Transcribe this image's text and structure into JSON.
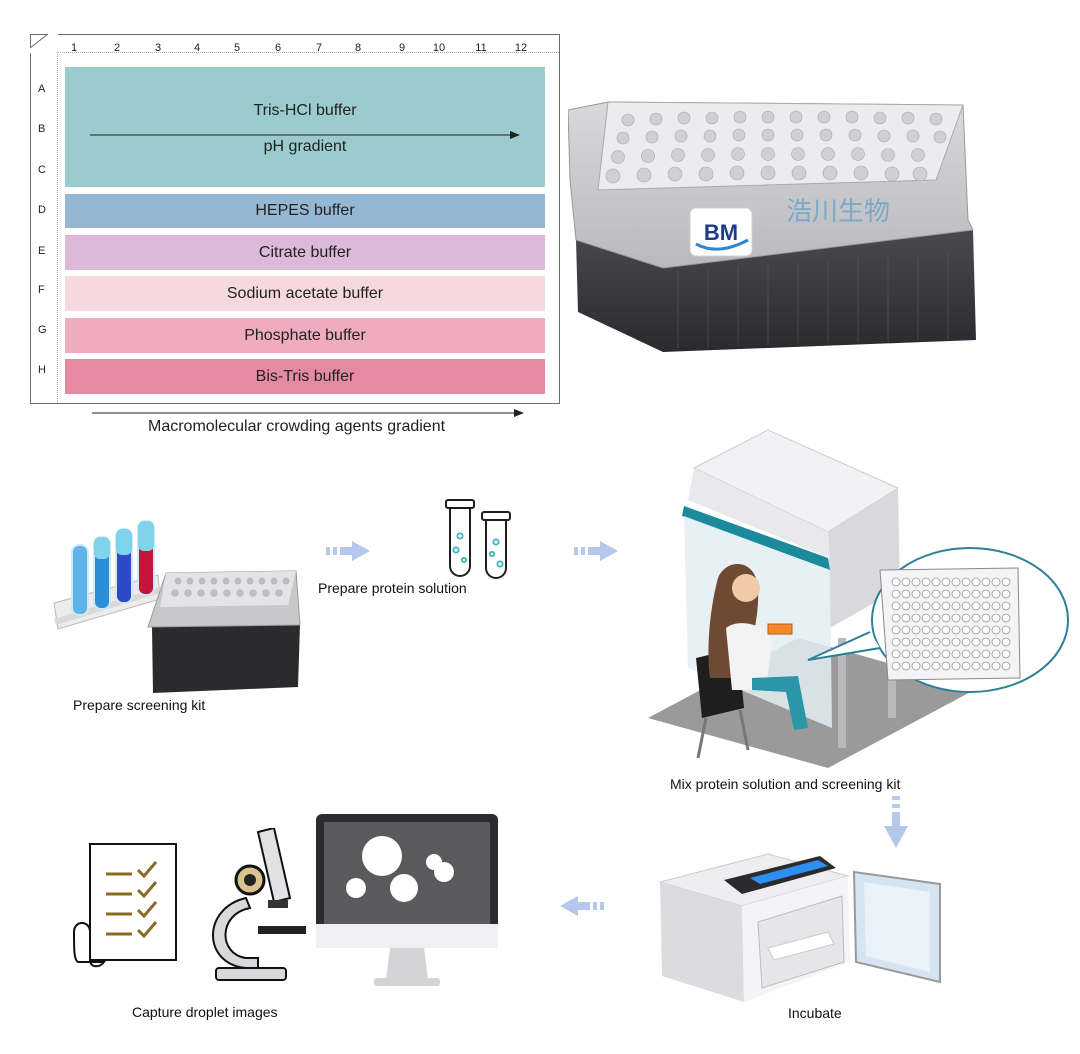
{
  "plate_layout": {
    "columns": [
      "1",
      "2",
      "3",
      "4",
      "5",
      "6",
      "7",
      "8",
      "9",
      "10",
      "11",
      "12"
    ],
    "rows": [
      "A",
      "B",
      "C",
      "D",
      "E",
      "F",
      "G",
      "H"
    ],
    "buffers": [
      {
        "name": "Tris-HCl  buffer",
        "sub": "pH gradient",
        "color": "#9bcbcd"
      },
      {
        "name": "HEPES buffer",
        "color": "#94b8d4"
      },
      {
        "name": "Citrate buffer",
        "color": "#dcb8d9"
      },
      {
        "name": "Sodium acetate buffer",
        "color": "#f6d9de"
      },
      {
        "name": "Phosphate buffer",
        "color": "#efacc0"
      },
      {
        "name": "Bis-Tris buffer",
        "color": "#e68aa4"
      }
    ],
    "x_axis_label": "Macromolecular crowding agents gradient"
  },
  "brand": {
    "logo_text": "BM",
    "chinese_text": "浩川生物"
  },
  "workflow": {
    "step1": "Prepare screening kit",
    "step2": "Prepare protein solution",
    "step3": "Mix protein solution and screening kit",
    "step4": "Incubate",
    "step5": "Capture droplet images"
  },
  "colors": {
    "arrow": "#b5c7ea",
    "hood_teal": "#1a8a9c",
    "monitor_dark": "#3a3a3a"
  }
}
